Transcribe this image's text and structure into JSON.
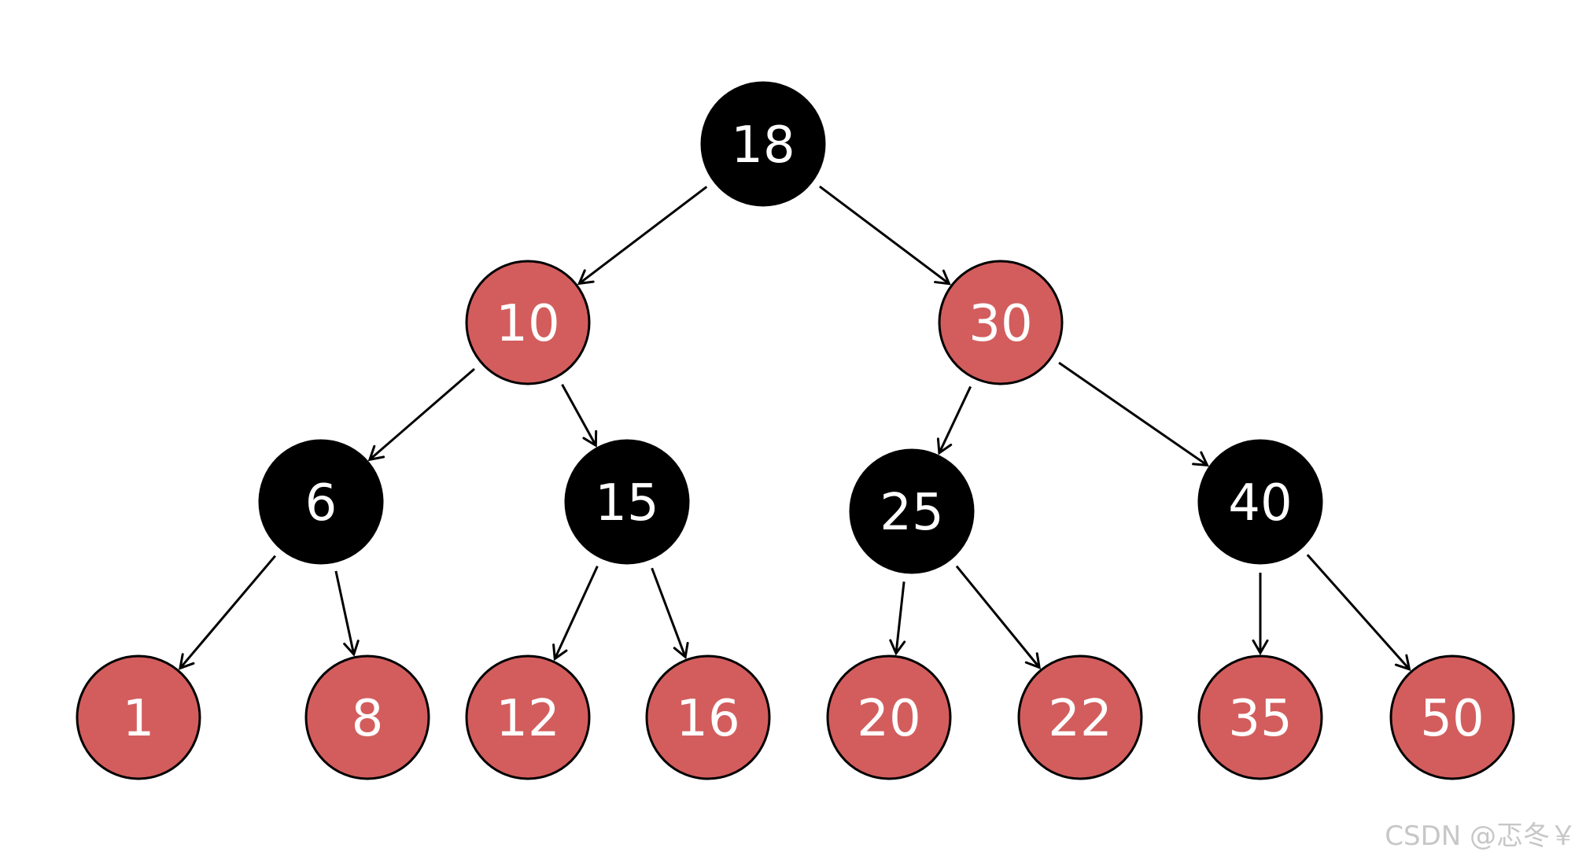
{
  "colors": {
    "black_node": "#000000",
    "red_node": "#d35d5d",
    "node_stroke": "#000000",
    "label": "#ffffff"
  },
  "nodes": [
    {
      "id": "n18",
      "label": "18",
      "color": "black"
    },
    {
      "id": "n10",
      "label": "10",
      "color": "red"
    },
    {
      "id": "n30",
      "label": "30",
      "color": "red"
    },
    {
      "id": "n6",
      "label": "6",
      "color": "black"
    },
    {
      "id": "n15",
      "label": "15",
      "color": "black"
    },
    {
      "id": "n25",
      "label": "25",
      "color": "black"
    },
    {
      "id": "n40",
      "label": "40",
      "color": "black"
    },
    {
      "id": "n1",
      "label": "1",
      "color": "red"
    },
    {
      "id": "n8",
      "label": "8",
      "color": "red"
    },
    {
      "id": "n12",
      "label": "12",
      "color": "red"
    },
    {
      "id": "n16",
      "label": "16",
      "color": "red"
    },
    {
      "id": "n20",
      "label": "20",
      "color": "red"
    },
    {
      "id": "n22",
      "label": "22",
      "color": "red"
    },
    {
      "id": "n35",
      "label": "35",
      "color": "red"
    },
    {
      "id": "n50",
      "label": "50",
      "color": "red"
    }
  ],
  "edges": [
    {
      "from": "n18",
      "to": "n10"
    },
    {
      "from": "n18",
      "to": "n30"
    },
    {
      "from": "n10",
      "to": "n6"
    },
    {
      "from": "n10",
      "to": "n15"
    },
    {
      "from": "n30",
      "to": "n25"
    },
    {
      "from": "n30",
      "to": "n40"
    },
    {
      "from": "n6",
      "to": "n1"
    },
    {
      "from": "n6",
      "to": "n8"
    },
    {
      "from": "n15",
      "to": "n12"
    },
    {
      "from": "n15",
      "to": "n16"
    },
    {
      "from": "n25",
      "to": "n20"
    },
    {
      "from": "n25",
      "to": "n22"
    },
    {
      "from": "n40",
      "to": "n35"
    },
    {
      "from": "n40",
      "to": "n50"
    }
  ],
  "watermark": "CSDN @忑冬￥"
}
